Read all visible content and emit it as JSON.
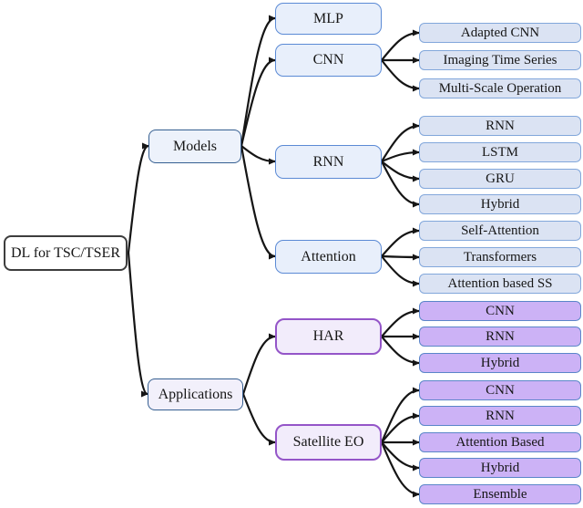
{
  "nodes": [
    {
      "id": "root",
      "label": "DL for TSC/TSER"
    },
    {
      "id": "models",
      "label": "Models"
    },
    {
      "id": "applications",
      "label": "Applications"
    },
    {
      "id": "mlp",
      "label": "MLP"
    },
    {
      "id": "cnn",
      "label": "CNN"
    },
    {
      "id": "rnn",
      "label": "RNN"
    },
    {
      "id": "attention",
      "label": "Attention"
    },
    {
      "id": "har",
      "label": "HAR"
    },
    {
      "id": "satellite_eo",
      "label": "Satellite EO"
    },
    {
      "id": "adapted_cnn",
      "label": "Adapted CNN"
    },
    {
      "id": "imaging_time_series",
      "label": "Imaging Time Series"
    },
    {
      "id": "multi_scale_operation",
      "label": "Multi-Scale Operation"
    },
    {
      "id": "rnn2",
      "label": "RNN"
    },
    {
      "id": "lstm",
      "label": "LSTM"
    },
    {
      "id": "gru",
      "label": "GRU"
    },
    {
      "id": "hybrid_rnn",
      "label": "Hybrid"
    },
    {
      "id": "self_attention",
      "label": "Self-Attention"
    },
    {
      "id": "transformers",
      "label": "Transformers"
    },
    {
      "id": "attention_based_ss",
      "label": "Attention based SS"
    },
    {
      "id": "har_cnn",
      "label": "CNN"
    },
    {
      "id": "har_rnn",
      "label": "RNN"
    },
    {
      "id": "har_hybrid",
      "label": "Hybrid"
    },
    {
      "id": "sat_cnn",
      "label": "CNN"
    },
    {
      "id": "sat_rnn",
      "label": "RNN"
    },
    {
      "id": "sat_attention_based",
      "label": "Attention Based"
    },
    {
      "id": "sat_hybrid",
      "label": "Hybrid"
    },
    {
      "id": "sat_ensemble",
      "label": "Ensemble"
    }
  ],
  "edges": [
    [
      "root",
      "models"
    ],
    [
      "root",
      "applications"
    ],
    [
      "models",
      "mlp"
    ],
    [
      "models",
      "cnn"
    ],
    [
      "models",
      "rnn"
    ],
    [
      "models",
      "attention"
    ],
    [
      "cnn",
      "adapted_cnn"
    ],
    [
      "cnn",
      "imaging_time_series"
    ],
    [
      "cnn",
      "multi_scale_operation"
    ],
    [
      "rnn",
      "rnn2"
    ],
    [
      "rnn",
      "lstm"
    ],
    [
      "rnn",
      "gru"
    ],
    [
      "rnn",
      "hybrid_rnn"
    ],
    [
      "attention",
      "self_attention"
    ],
    [
      "attention",
      "transformers"
    ],
    [
      "attention",
      "attention_based_ss"
    ],
    [
      "applications",
      "har"
    ],
    [
      "applications",
      "satellite_eo"
    ],
    [
      "har",
      "har_cnn"
    ],
    [
      "har",
      "har_rnn"
    ],
    [
      "har",
      "har_hybrid"
    ],
    [
      "satellite_eo",
      "sat_cnn"
    ],
    [
      "satellite_eo",
      "sat_rnn"
    ],
    [
      "satellite_eo",
      "sat_attention_based"
    ],
    [
      "satellite_eo",
      "sat_hybrid"
    ],
    [
      "satellite_eo",
      "sat_ensemble"
    ]
  ],
  "colors": {
    "edge": "#151515",
    "root_border": "#3d3d3d",
    "mid_border": "#365f91",
    "models_fill": "#edf2fb",
    "applications_fill": "#f2f0fb",
    "branch_blue_fill": "#e8effb",
    "branch_blue_border": "#5b8ad5",
    "branch_purple_fill": "#f2ecfb",
    "branch_purple_border": "#9455c8",
    "leaf_blue_fill": "#dbe3f3",
    "leaf_blue_border": "#82a7db",
    "leaf_purple_fill": "#ccb2f6",
    "leaf_purple_border": "#5b86c9"
  }
}
